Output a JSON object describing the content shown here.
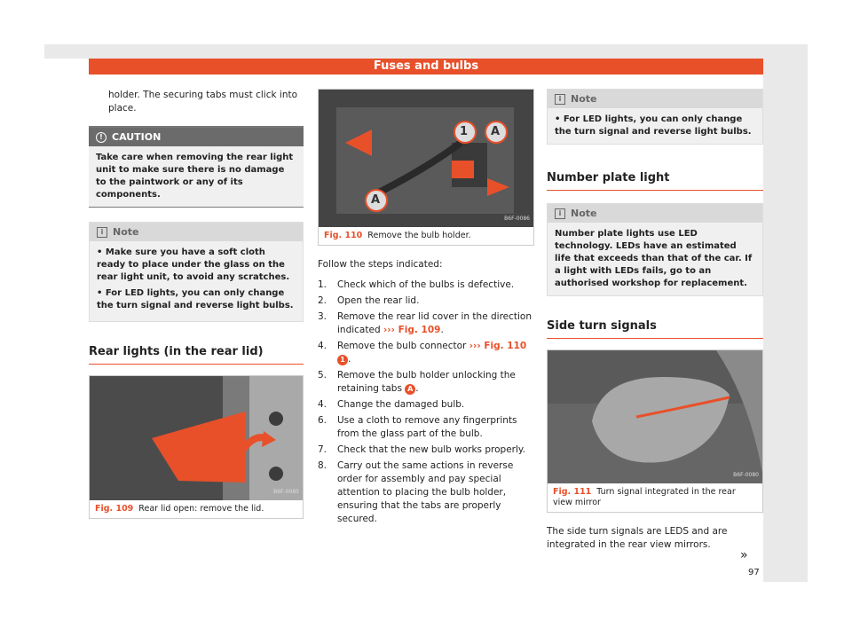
{
  "header": {
    "title": "Fuses and bulbs"
  },
  "col1": {
    "intro": "holder. The securing tabs must click into place.",
    "caution": {
      "title": "CAUTION",
      "text": "Take care when removing the rear light unit to make sure there is no damage to the paintwork or any of its components."
    },
    "note": {
      "title": "Note",
      "items": [
        "• Make sure you have a soft cloth ready to place under the glass on the rear light unit, to avoid any scratches.",
        "• For LED lights, you can only change the turn signal and reverse light bulbs."
      ]
    },
    "section": "Rear lights (in the rear lid)",
    "figure": {
      "code": "B6F-0085",
      "label": "Fig. 109",
      "caption": "Rear lid open: remove the lid."
    }
  },
  "col2": {
    "figure": {
      "code": "B6F-0086",
      "label": "Fig. 110",
      "caption": "Remove the bulb holder.",
      "callout_1": "1",
      "callout_a": "A"
    },
    "intro": "Follow the steps indicated:",
    "steps": [
      {
        "n": "1.",
        "text": "Check which of the bulbs is defective."
      },
      {
        "n": "2.",
        "text": "Open the rear lid."
      },
      {
        "n": "3.",
        "pre": "Remove the rear lid cover in the direction indicated ",
        "ref": "››› Fig. 109",
        "post": "."
      },
      {
        "n": "4.",
        "pre": "Remove the bulb connector ",
        "ref": "››› Fig. 110",
        "badge": "1",
        "post": "."
      },
      {
        "n": "5.",
        "pre": "Remove the bulb holder unlocking the retaining tabs ",
        "badge": "A",
        "post": "."
      },
      {
        "n": "4.",
        "text": "Change the damaged bulb."
      },
      {
        "n": "6.",
        "text": "Use a cloth to remove any fingerprints from the glass part of the bulb."
      },
      {
        "n": "7.",
        "text": "Check that the new bulb works properly."
      },
      {
        "n": "8.",
        "text": "Carry out the same actions in reverse order for assembly and pay special attention to placing the bulb holder, ensuring that the tabs are properly secured."
      }
    ]
  },
  "col3": {
    "note1": {
      "title": "Note",
      "text": "• For LED lights, you can only change the turn signal and reverse light bulbs."
    },
    "section1": "Number plate light",
    "note2": {
      "title": "Note",
      "text": "Number plate lights use LED technology. LEDs have an estimated life that exceeds than that of the car. If a light with LEDs fails, go to an authorised workshop for replacement."
    },
    "section2": "Side turn signals",
    "figure": {
      "code": "B6F-0080",
      "label": "Fig. 111",
      "caption": "Turn signal integrated in the rear view mirror"
    },
    "text": "The side turn signals are LEDS and are integrated in the rear view mirrors."
  },
  "footer": {
    "continue": "»",
    "page": "97"
  },
  "colors": {
    "accent": "#e8502a",
    "caution": "#6b6b6b"
  }
}
